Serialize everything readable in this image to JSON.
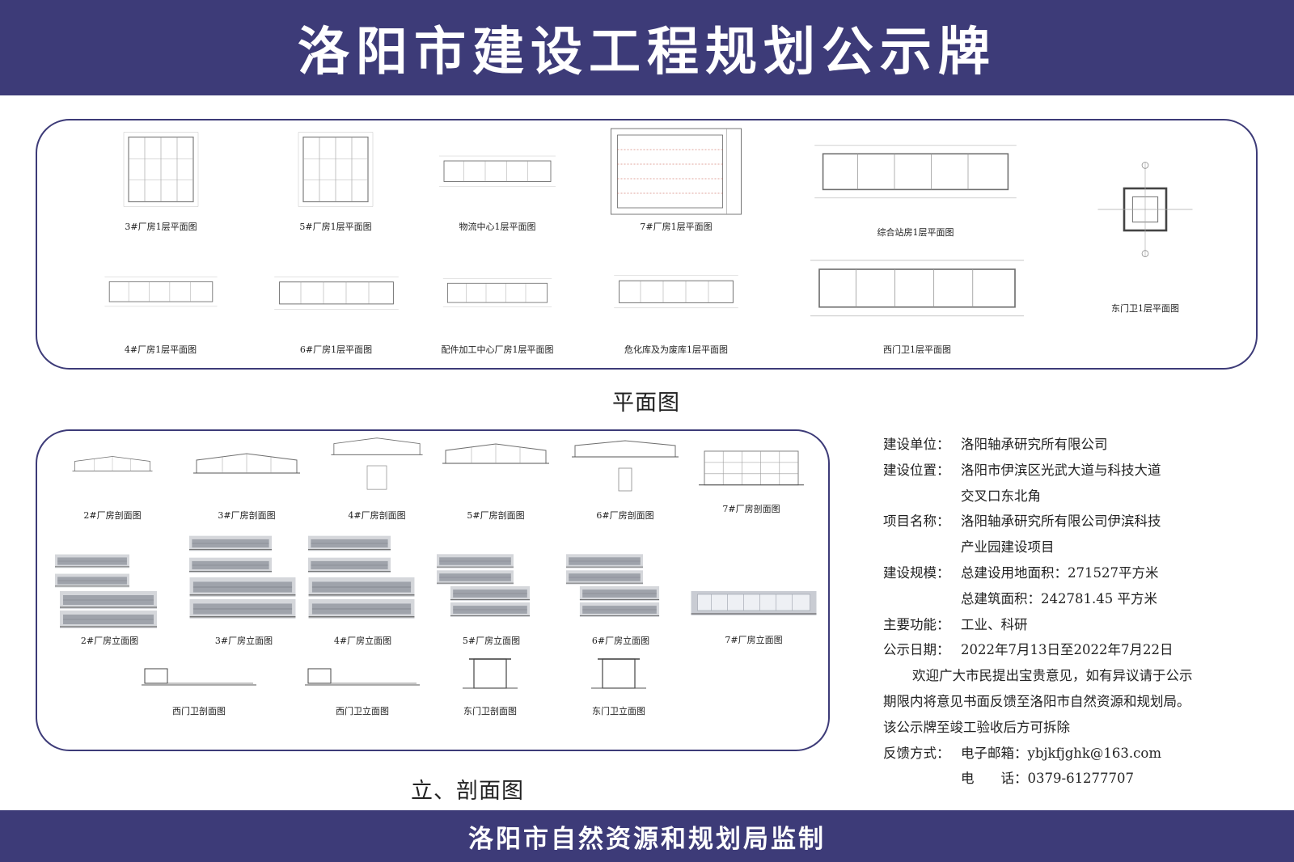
{
  "header": {
    "title": "洛阳市建设工程规划公示牌"
  },
  "plans": {
    "section_label": "平面图",
    "items": [
      "3#厂房1层平面图",
      "5#厂房1层平面图",
      "物流中心1层平面图",
      "7#厂房1层平面图",
      "综合站房1层平面图",
      "东门卫1层平面图",
      "4#厂房1层平面图",
      "6#厂房1层平面图",
      "配件加工中心厂房1层平面图",
      "危化库及为废库1层平面图",
      "西门卫1层平面图"
    ]
  },
  "elevations": {
    "section_label": "立、剖面图",
    "items": [
      "2#厂房剖面图",
      "3#厂房剖面图",
      "4#厂房剖面图",
      "5#厂房剖面图",
      "6#厂房剖面图",
      "7#厂房剖面图",
      "2#厂房立面图",
      "3#厂房立面图",
      "4#厂房立面图",
      "5#厂房立面图",
      "6#厂房立面图",
      "7#厂房立面图",
      "西门卫剖面图",
      "西门卫立面图",
      "东门卫剖面图",
      "东门卫立面图"
    ]
  },
  "info": {
    "unit_label": "建设单位：",
    "unit": "洛阳轴承研究所有限公司",
    "location_label": "建设位置：",
    "location_1": "洛阳市伊滨区光武大道与科技大道",
    "location_2": "交叉口东北角",
    "project_label": "项目名称：",
    "project_1": "洛阳轴承研究所有限公司伊滨科技",
    "project_2": "产业园建设项目",
    "scale_label": "建设规模：",
    "scale_1": "总建设用地面积：271527平方米",
    "scale_2": "总建筑面积：242781.45 平方米",
    "function_label": "主要功能：",
    "function": "工业、科研",
    "date_label": "公示日期：",
    "date": "2022年7月13日至2022年7月22日",
    "notice_1": "欢迎广大市民提出宝贵意见，如有异议请于公示",
    "notice_2": "期限内将意见书面反馈至洛阳市自然资源和规划局。",
    "notice_3": "该公示牌至竣工验收后方可拆除",
    "feedback_label": "反馈方式：",
    "email": "电子邮箱：ybjkfjghk@163.com",
    "phone_label": "电　　话：",
    "phone": "0379-61277707"
  },
  "footer": {
    "text": "洛阳市自然资源和规划局监制"
  },
  "colors": {
    "brand": "#3d3b78",
    "drawing_line": "#8a8a8a",
    "elevation_fill": "#a9acb3",
    "accent_red": "#c24a3a"
  }
}
